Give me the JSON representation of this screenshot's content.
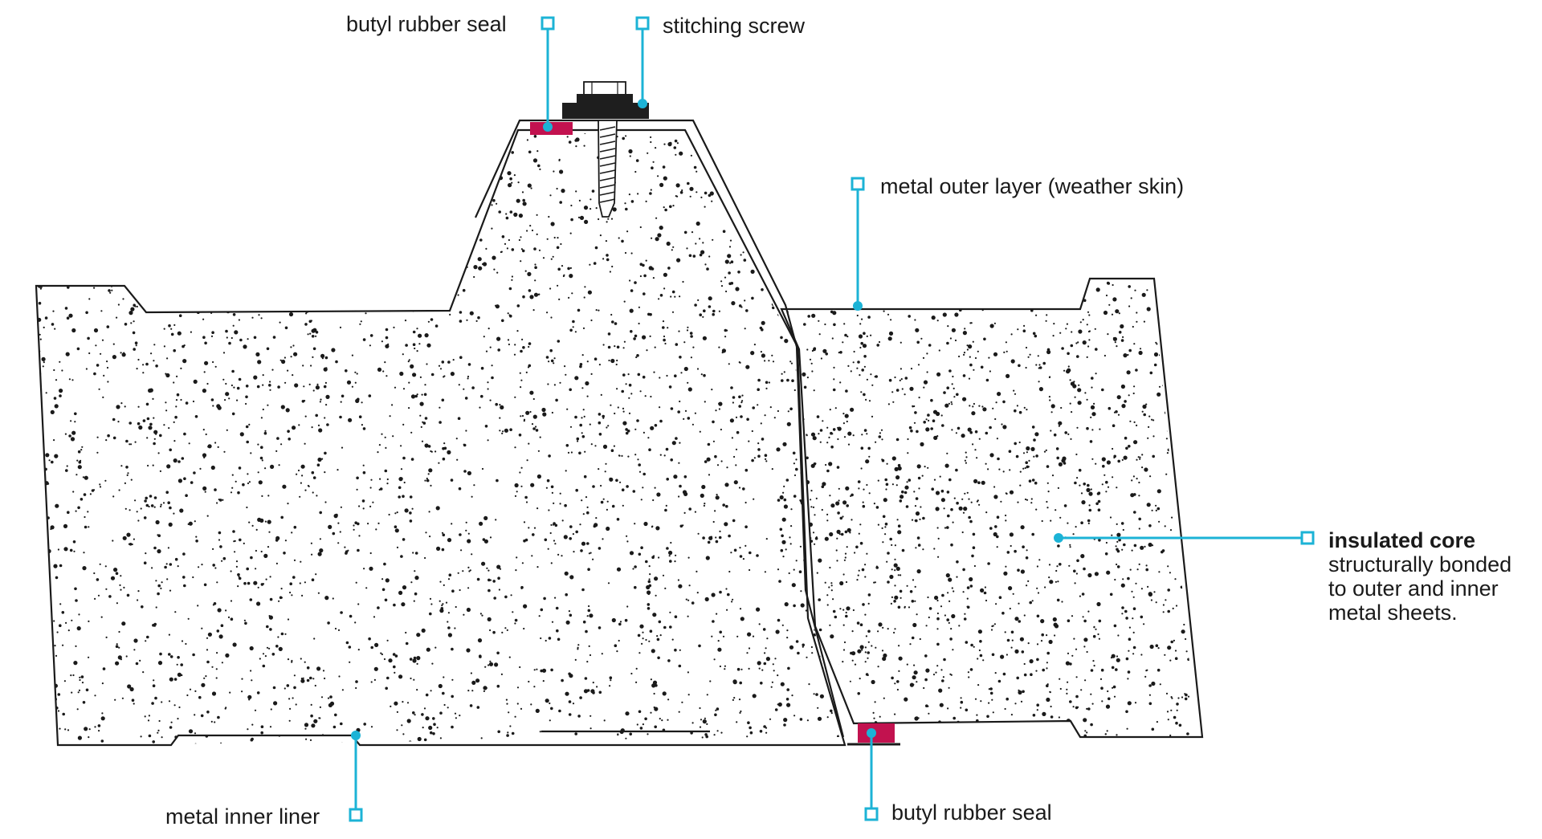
{
  "colors": {
    "leader": "#1cb3d6",
    "seal": "#c2124f",
    "outline": "#1a1a1a",
    "screw_head": "#1e1e1e"
  },
  "labels": {
    "butyl_seal_top": "butyl rubber seal",
    "stitching_screw": "stitching screw",
    "outer_layer": "metal outer layer (weather skin)",
    "insulated_core_title": "insulated core",
    "insulated_core_desc": [
      "structurally bonded",
      "to outer and inner",
      "metal sheets."
    ],
    "inner_liner": "metal inner liner",
    "butyl_seal_bottom": "butyl rubber seal"
  }
}
